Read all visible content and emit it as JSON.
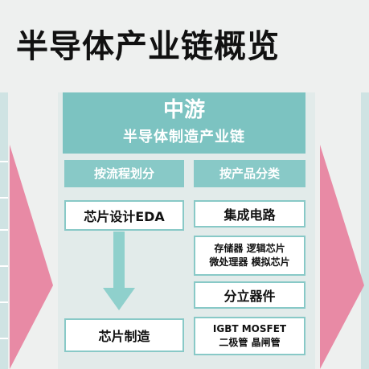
{
  "title": "半导体产业链概览",
  "header": {
    "main": "中游",
    "sub": "半导体制造产业链"
  },
  "columns": {
    "process": {
      "label": "按流程划分",
      "items": [
        "芯片设计EDA",
        "芯片制造"
      ]
    },
    "product": {
      "label": "按产品分类",
      "items": [
        {
          "lines": [
            "集成电路"
          ]
        },
        {
          "lines": [
            "存储器 逻辑芯片",
            "微处理器 模拟芯片"
          ]
        },
        {
          "lines": [
            "分立器件"
          ]
        },
        {
          "lines": [
            "IGBT MOSFET",
            "二极管 晶闸管"
          ]
        }
      ]
    }
  },
  "colors": {
    "teal": "#7cc3c1",
    "teal_light": "#88c9c7",
    "pink": "#e88aa5",
    "arrow": "#8fd0cc"
  }
}
